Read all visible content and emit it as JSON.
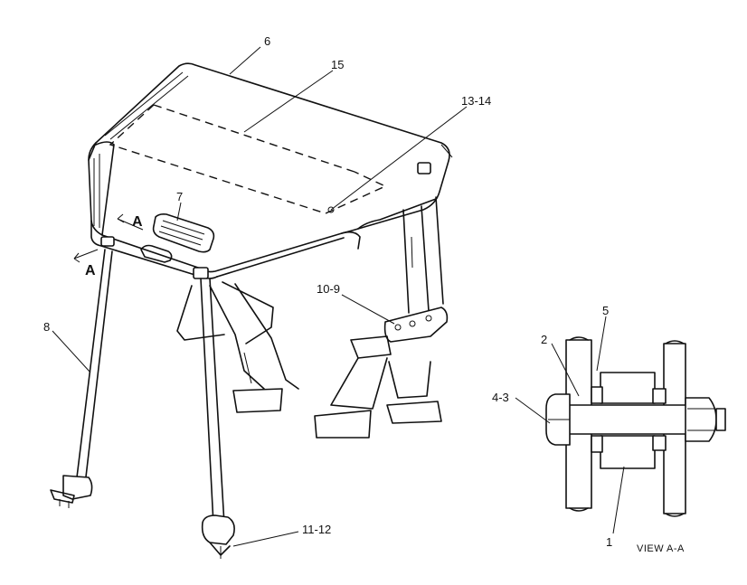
{
  "callouts": {
    "c6": "6",
    "c15": "15",
    "c13_14": "13-14",
    "c7": "7",
    "sectionA_upper": "A",
    "sectionA_lower": "A",
    "c8": "8",
    "c10_9": "10-9",
    "c11_12": "11-12",
    "c5": "5",
    "c2": "2",
    "c4_3": "4-3",
    "c1": "1"
  },
  "view_label": "VIEW  A-A"
}
